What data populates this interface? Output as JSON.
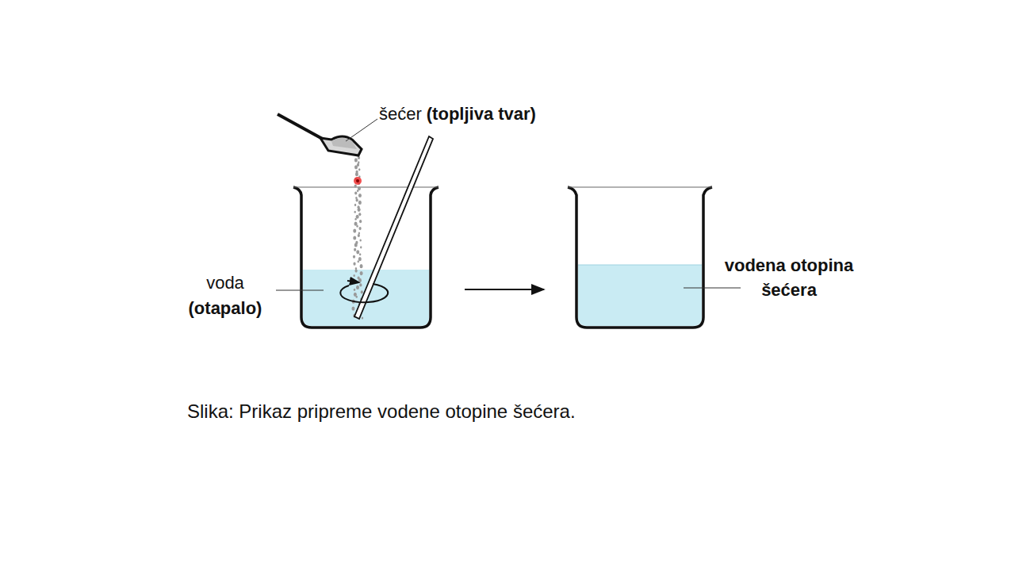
{
  "diagram": {
    "caption": "Slika: Prikaz pripreme vodene otopine šećera.",
    "labels": [
      "šećer",
      "(topljiva tvar)",
      "voda",
      "(otapalo)",
      "vodena otopina šećera"
    ]
  }
}
